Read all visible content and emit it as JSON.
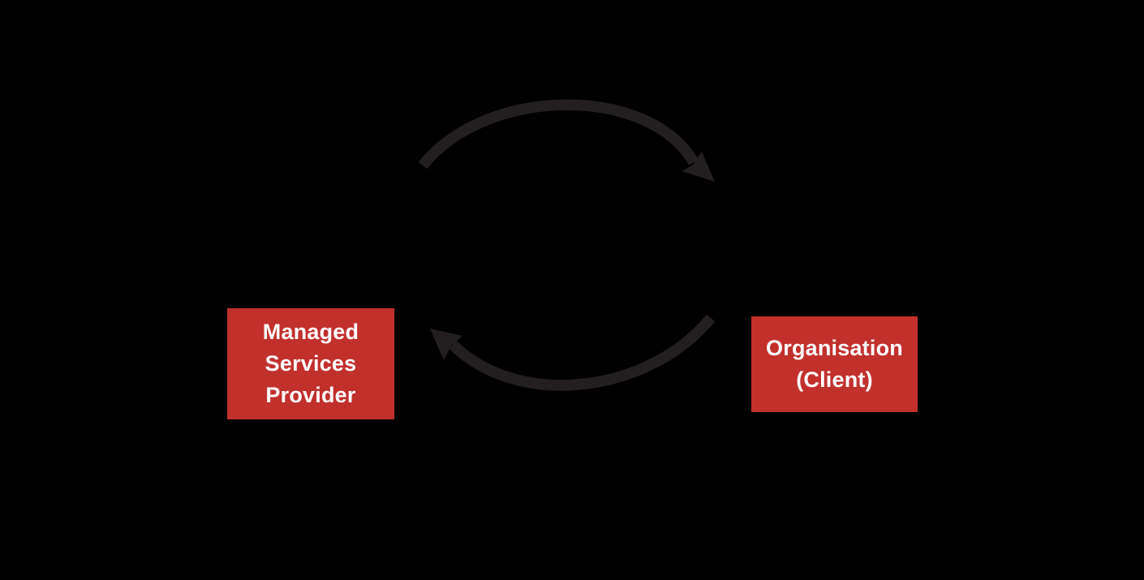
{
  "diagram": {
    "background_color": "#000000",
    "arrow_color": "#231f20",
    "nodes": {
      "provider": {
        "label": "Managed Services Provider",
        "lines": [
          "Managed",
          "Services",
          "Provider"
        ],
        "bg_color": "#c2302c",
        "text_color": "#ffffff"
      },
      "client": {
        "label": "Organisation (Client)",
        "lines": [
          "Organisation",
          "(Client)"
        ],
        "bg_color": "#c2302c",
        "text_color": "#ffffff"
      }
    },
    "edges": [
      {
        "name": "provider-to-client",
        "from": "Managed Services Provider",
        "to": "Organisation (Client)",
        "shape": "curved-arrow-top"
      },
      {
        "name": "client-to-provider",
        "from": "Organisation (Client)",
        "to": "Managed Services Provider",
        "shape": "curved-arrow-bottom"
      }
    ]
  }
}
